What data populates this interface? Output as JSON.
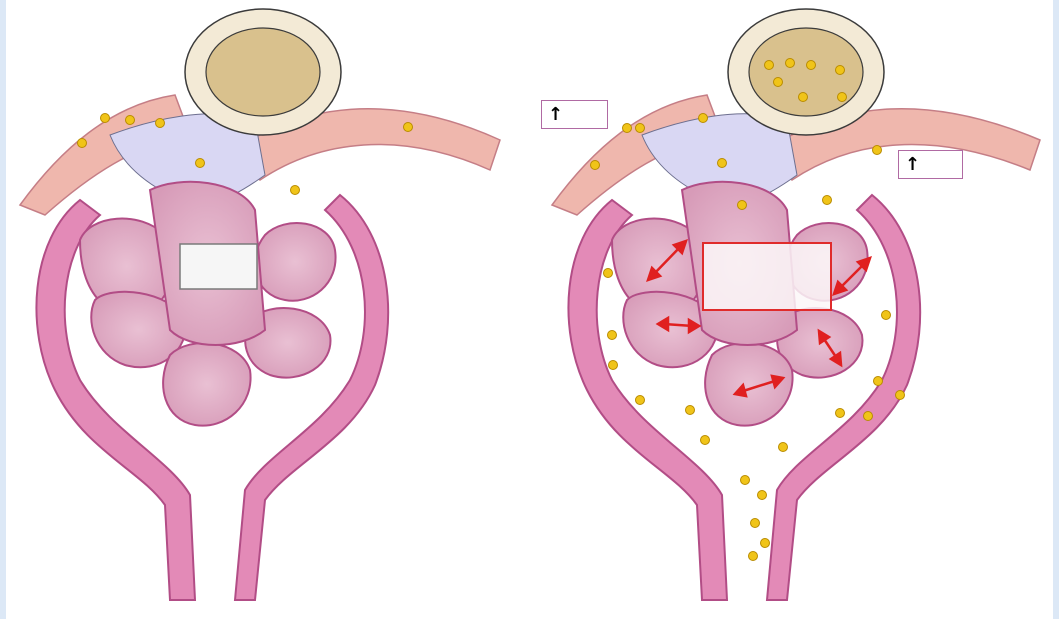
{
  "diagram": {
    "panels": [
      {
        "name": "left-glomerulus",
        "state": "normal"
      },
      {
        "name": "right-glomerulus",
        "state": "leaky"
      }
    ],
    "colors": {
      "capsule": "#e38ab7",
      "capsule_dark": "#b24d86",
      "tuft": "#e8b9cf",
      "tuft_dark": "#c98aab",
      "macula_cells": "#f3ead6",
      "macula_lumen": "#d9c18d",
      "mesangial": "#d9d7f3",
      "vessel_wall": "#efb7ad",
      "particle": "#f0c419",
      "particle_edge": "#b98c00",
      "red_arrow": "#e02020",
      "highlight": "#e02b2b",
      "frame": "#dce8f6"
    },
    "labels": {
      "left_box_text": "",
      "right_upper_left_arrow": "↑",
      "right_upper_right_arrow": "↑",
      "right_center_box_text": ""
    },
    "icons": [
      "up-arrow-icon",
      "double-arrow-icon",
      "particle-dot"
    ]
  }
}
